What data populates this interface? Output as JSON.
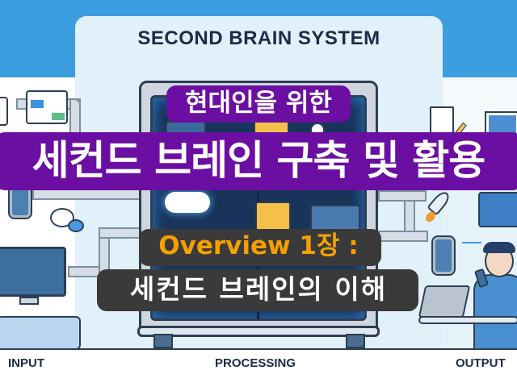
{
  "thumbnail": {
    "banner_title": "SECOND BRAIN SYSTEM",
    "subtitle": "현대인을 위한",
    "main_title": "세컨드 브레인 구축 및 활용",
    "chapter_label": "Overview 1장 :",
    "chapter_title": "세컨드 브레인의 이해",
    "stage_labels": {
      "input": "INPUT",
      "processing": "PROCESSING",
      "output": "OUTPUT"
    }
  },
  "colors": {
    "top_band": "#3a9ee0",
    "title_card": "#e2f0f9",
    "title_text": "#1c2b47",
    "subtitle_outline": "#6b0fa3",
    "main_title_outline": "#6b0fa3",
    "chapter_label": "#f5a000",
    "chapter_outline": "#3a3a3a",
    "server_screen": "#18345a"
  },
  "illustration": {
    "input_items": [
      "document-icon",
      "web-page-icon",
      "smartphone-icon",
      "chat-bubble-icon",
      "desktop-monitor-icon"
    ],
    "processing_items": [
      "cloud-icon",
      "folder-icon",
      "note-card-icon",
      "clock-icon",
      "server-cabinet"
    ],
    "output_items": [
      "notepad-icon",
      "pencil-icon",
      "picture-icon",
      "rocket-icon",
      "blueprint-icon",
      "smartphone-icon",
      "laptop-icon",
      "person-with-phone"
    ]
  }
}
